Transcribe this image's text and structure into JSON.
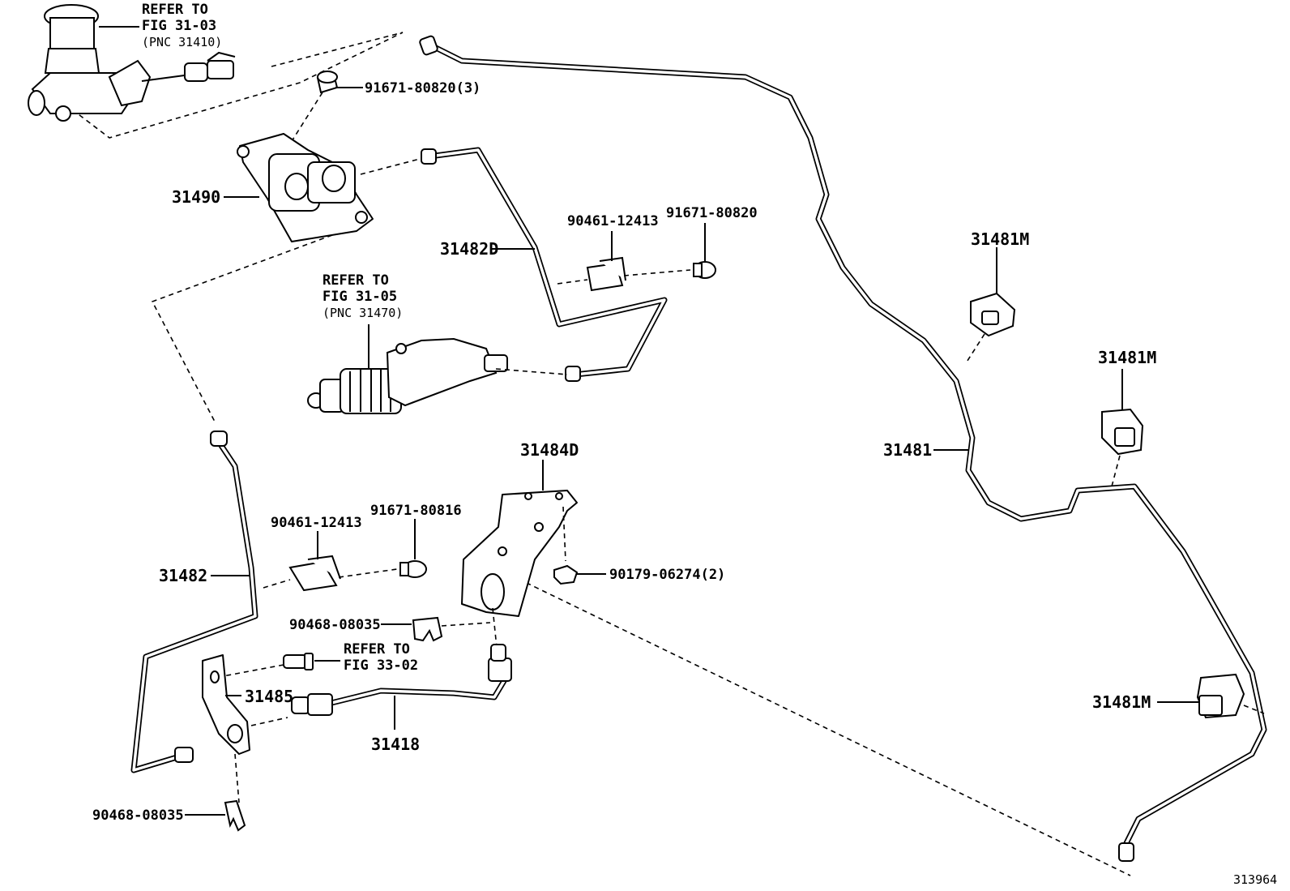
{
  "labels": {
    "master_cyl_ref_line1": "REFER TO",
    "master_cyl_ref_line2": "FIG 31-03",
    "master_cyl_ref_line3": "(PNC 31410)",
    "bolt_top": "91671-80820(3)",
    "p31490": "31490",
    "p31482d": "31482D",
    "clamp_upper": "90461-12413",
    "bolt_upper": "91671-80820",
    "release_cyl_ref_line1": "REFER TO",
    "release_cyl_ref_line2": "FIG 31-05",
    "release_cyl_ref_line3": "(PNC 31470)",
    "p31481m_a": "31481M",
    "p31481m_b": "31481M",
    "p31481m_c": "31481M",
    "p31481": "31481",
    "p31484d": "31484D",
    "clamp_lower": "90461-12413",
    "bolt_lower": "91671-80816",
    "p31482": "31482",
    "nut": "90179-06274(2)",
    "clip_mid": "90468-08035",
    "fig33_ref_line1": "REFER TO",
    "fig33_ref_line2": "FIG 33-02",
    "p31485": "31485",
    "p31418": "31418",
    "clip_bottom": "90468-08035",
    "figure_number": "313964"
  },
  "icons": [
    "master-cylinder-icon",
    "bolt-icon",
    "damper-icon",
    "release-cylinder-icon",
    "clamp-icon",
    "pipe-clamp-icon",
    "bracket-icon",
    "flexible-hose-icon",
    "clip-icon",
    "nut-icon"
  ]
}
